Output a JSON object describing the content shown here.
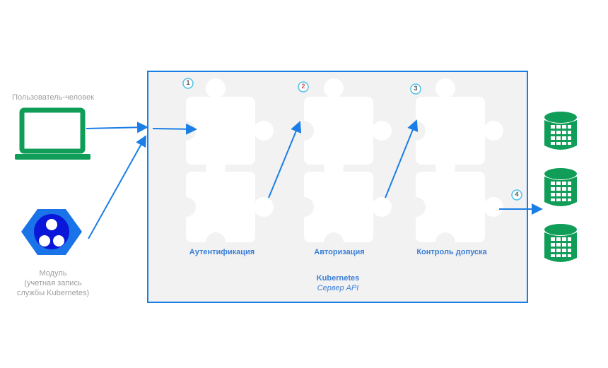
{
  "actors": {
    "human_user": "Пользователь-человек",
    "pod_line1": "Модуль",
    "pod_line2": "(учетная запись",
    "pod_line3": "службы Kubernetes)"
  },
  "api_server": {
    "title": "Kubernetes",
    "subtitle": "Сервер API"
  },
  "steps": [
    {
      "number": "1",
      "label": "Аутентификация"
    },
    {
      "number": "2",
      "label": "Авторизация"
    },
    {
      "number": "3",
      "label": "Контроль допуска"
    },
    {
      "number": "4"
    }
  ],
  "colors": {
    "accent": "#1a7ee6",
    "green": "#0f9d58",
    "pod": "#1a73e8",
    "panel": "#f2f2f2"
  }
}
